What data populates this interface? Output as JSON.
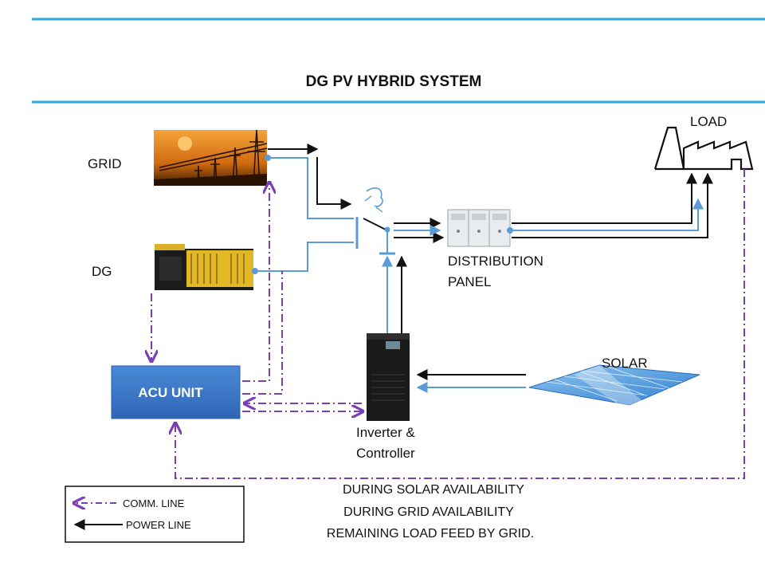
{
  "title": "DG PV HYBRID SYSTEM",
  "nodes": {
    "grid": "GRID",
    "dg": "DG",
    "acu": "ACU UNIT",
    "distribution_line1": "DISTRIBUTION",
    "distribution_line2": "PANEL",
    "inverter_line1": "Inverter &",
    "inverter_line2": "Controller",
    "solar": "SOLAR",
    "load": "LOAD"
  },
  "legend": {
    "comm_line": "COMM. LINE",
    "power_line": "POWER LINE"
  },
  "captions": [
    "DURING SOLAR AVAILABILITY",
    "DURING GRID AVAILABILITY",
    "REMAINING LOAD FEED BY GRID."
  ],
  "colors": {
    "accent_rule": "#29a8dc",
    "comm_line": "#7b3fb5",
    "power_black": "#111111",
    "power_blue": "#5b9bd5",
    "acu_fill": "#3a78c9"
  }
}
